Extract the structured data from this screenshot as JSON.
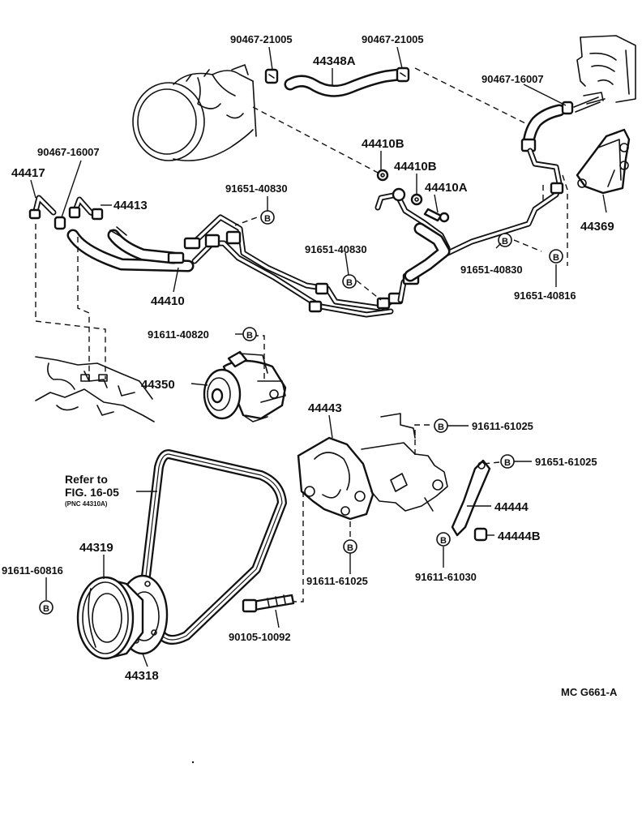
{
  "colors": {
    "ink": "#111111",
    "paper": "#ffffff"
  },
  "bolt_symbol": "B",
  "labels": {
    "clamp_left_top": "90467-21005",
    "clamp_right_top": "90467-21005",
    "hose_upper": "44348A",
    "clamp_reservoir": "90467-16007",
    "grommet_b_upper": "44410B",
    "grommet_b_lower": "44410B",
    "grommet_a": "44410A",
    "clamp_left": "90467-16007",
    "hose_elbow": "44417",
    "fitting_hose": "44413",
    "bolt_tube_left": "91651-40830",
    "bolt_tube_center": "91651-40830",
    "bolt_tube_right": "91651-40830",
    "bolt_bracket_right": "91651-40816",
    "bracket_right": "44369",
    "hose_return": "44410",
    "bolt_pump": "91611-40820",
    "pump": "44350",
    "bracket_pump": "44443",
    "bolt_bracket_top": "91611-61025",
    "bolt_stay": "91651-61025",
    "stay": "44444",
    "nut_stay": "44444B",
    "bolt_stay_lower": "91611-61030",
    "bolt_bracket_lower": "91611-61025",
    "stud_bolt": "90105-10092",
    "pulley_outer": "44319",
    "bolt_pulley": "91611-60816",
    "pulley_inner": "44318",
    "refer_line1": "Refer to",
    "refer_line2": "FIG. 16-05",
    "refer_line3": "(PNC 44310A)",
    "figure_code": "MC G661-A"
  }
}
